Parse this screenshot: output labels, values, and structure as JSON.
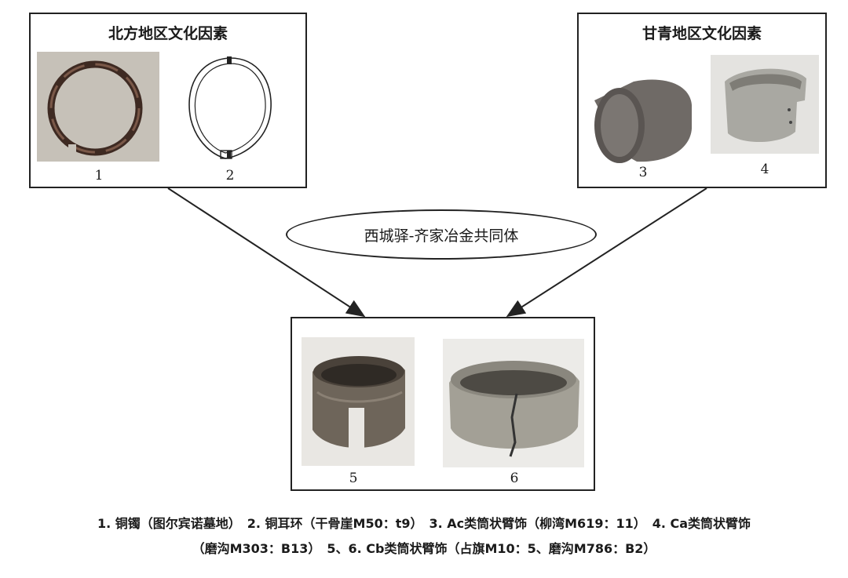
{
  "boxes": {
    "north": {
      "title": "北方地区文化因素",
      "fig_left": "1",
      "fig_right": "2"
    },
    "ganqing": {
      "title": "甘青地区文化因素",
      "fig_left": "3",
      "fig_right": "4"
    },
    "result": {
      "fig_left": "5",
      "fig_right": "6"
    }
  },
  "center_label": "西城驿-齐家冶金共同体",
  "caption": {
    "line1": "1. 铜镯（图尔宾诺墓地）　2. 铜耳环（干骨崖M50：t9）　3. Ac类筒状臂饰（柳湾M619：11）　4. Ca类筒状臂饰",
    "line2": "（磨沟M303：B13）　5、6. Cb类筒状臂饰（占旗M10：5、磨沟M786：B2）"
  },
  "colors": {
    "line": "#222222",
    "bronze": "#6b4a3a",
    "weathered": "#9a9890"
  }
}
